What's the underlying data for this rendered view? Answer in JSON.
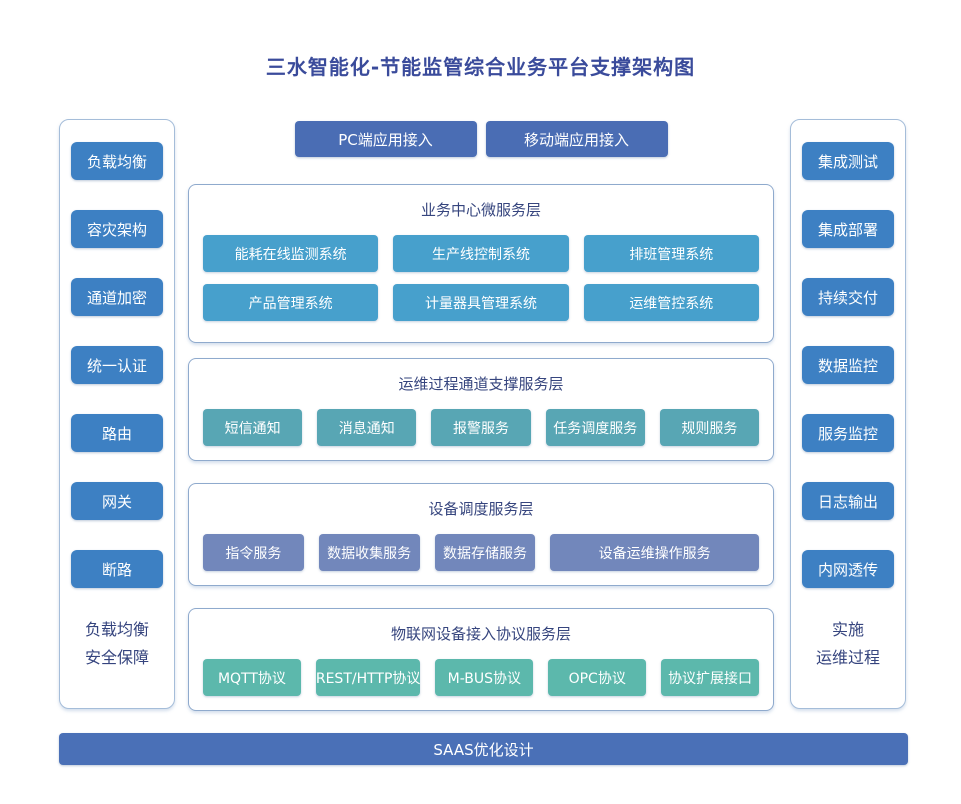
{
  "page": {
    "title": "三水智能化-节能监管综合业务平台支撑架构图"
  },
  "colors": {
    "title_text": "#3a4b9b",
    "section_title_text": "#36457e",
    "sidebar_button": "#3d80c3",
    "access_button": "#4a6db4",
    "business_button": "#47a0cc",
    "channel_button": "#58a6b4",
    "device_button": "#7287bb",
    "protocol_button": "#5cb8ac",
    "saas_bar": "#4a70b7",
    "container_border": "#8faacd"
  },
  "left_sidebar": {
    "items": [
      "负载均衡",
      "容灾架构",
      "通道加密",
      "统一认证",
      "路由",
      "网关",
      "断路"
    ],
    "footer_lines": [
      "负载均衡",
      "安全保障"
    ]
  },
  "right_sidebar": {
    "items": [
      "集成测试",
      "集成部署",
      "持续交付",
      "数据监控",
      "服务监控",
      "日志输出",
      "内网透传"
    ],
    "footer_lines": [
      "实施",
      "运维过程"
    ]
  },
  "top_access": {
    "items": [
      "PC端应用接入",
      "移动端应用接入"
    ]
  },
  "layers": [
    {
      "title": "业务中心微服务层",
      "items": [
        "能耗在线监测系统",
        "生产线控制系统",
        "排班管理系统",
        "产品管理系统",
        "计量器具管理系统",
        "运维管控系统"
      ]
    },
    {
      "title": "运维过程通道支撑服务层",
      "items": [
        "短信通知",
        "消息通知",
        "报警服务",
        "任务调度服务",
        "规则服务"
      ]
    },
    {
      "title": "设备调度服务层",
      "items": [
        "指令服务",
        "数据收集服务",
        "数据存储服务",
        "设备运维操作服务"
      ]
    },
    {
      "title": "物联网设备接入协议服务层",
      "items": [
        "MQTT协议",
        "REST/HTTP协议",
        "M-BUS协议",
        "OPC协议",
        "协议扩展接口"
      ]
    }
  ],
  "bottom_bar": {
    "label": "SAAS优化设计"
  }
}
